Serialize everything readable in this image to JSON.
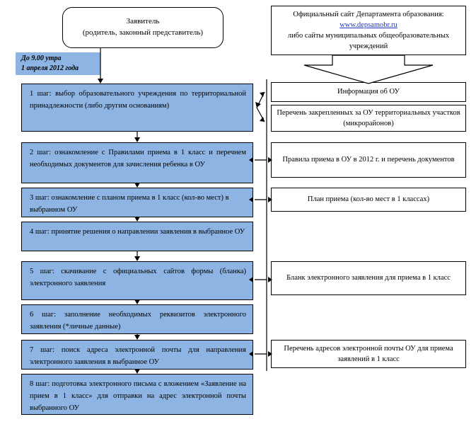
{
  "diagram": {
    "title_nodes": {
      "applicant": {
        "line1": "Заявитель",
        "line2": "(родитель, законный представитель)"
      },
      "official_site": {
        "line1": "Официальный сайт Департамента образования:",
        "link": "www.depsamobr.ru",
        "line3": "либо сайты муниципальных общеобразовательных",
        "line4": "учреждений"
      }
    },
    "deadline_note": {
      "line1": "До 9.00 утра",
      "line2": "1 апреля 2012 года"
    },
    "steps": [
      {
        "id": "step-1",
        "text": "1 шаг: выбор образовательного учреждения по территориальной принадлежности (либо другим основаниям)"
      },
      {
        "id": "step-2",
        "text": "2 шаг: ознакомление с Правилами приема в 1 класс и перечнем необходимых документов для зачисления ребенка в ОУ"
      },
      {
        "id": "step-3",
        "text": "3 шаг: ознакомление с планом приема в 1 класс (кол-во мест) в выбранном ОУ"
      },
      {
        "id": "step-4",
        "text": "4 шаг: принятие решения о направлении заявления в выбранное ОУ"
      },
      {
        "id": "step-5",
        "text": "5 шаг: скачивание  с официальных сайтов формы (бланка) электронного заявления"
      },
      {
        "id": "step-6",
        "text": "6 шаг: заполнение необходимых реквизитов электронного заявления (*личные данные)"
      },
      {
        "id": "step-7",
        "text": "7 шаг: поиск адреса электронной почты для направления электронного заявления в выбранное ОУ"
      },
      {
        "id": "step-8",
        "text": "8 шаг: подготовка электронного письма с вложением «Заявление на прием в 1 класс» для отправки на адрес электронной почты выбранного ОУ"
      }
    ],
    "resources": [
      {
        "id": "resource-info-ou",
        "text": "Информация об ОУ"
      },
      {
        "id": "resource-territories",
        "text": "Перечень закрепленных за ОУ территориальных участков (микрорайонов)"
      },
      {
        "id": "resource-rules",
        "text": "Правила приема в ОУ в 2012 г.  и перечень документов"
      },
      {
        "id": "resource-plan",
        "text": "План приема (кол-во мест в 1 классах)"
      },
      {
        "id": "resource-form",
        "text": "Бланк электронного заявления для приема в 1 класс"
      },
      {
        "id": "resource-emails",
        "text": "Перечень адресов электронной почты ОУ для приема заявлений в 1 класс"
      }
    ],
    "colors": {
      "step_fill": "#8DB4E2",
      "note_fill": "#8DB4E2",
      "outline": "#000000",
      "link": "#2233BB",
      "background": "#FFFFFF"
    }
  }
}
